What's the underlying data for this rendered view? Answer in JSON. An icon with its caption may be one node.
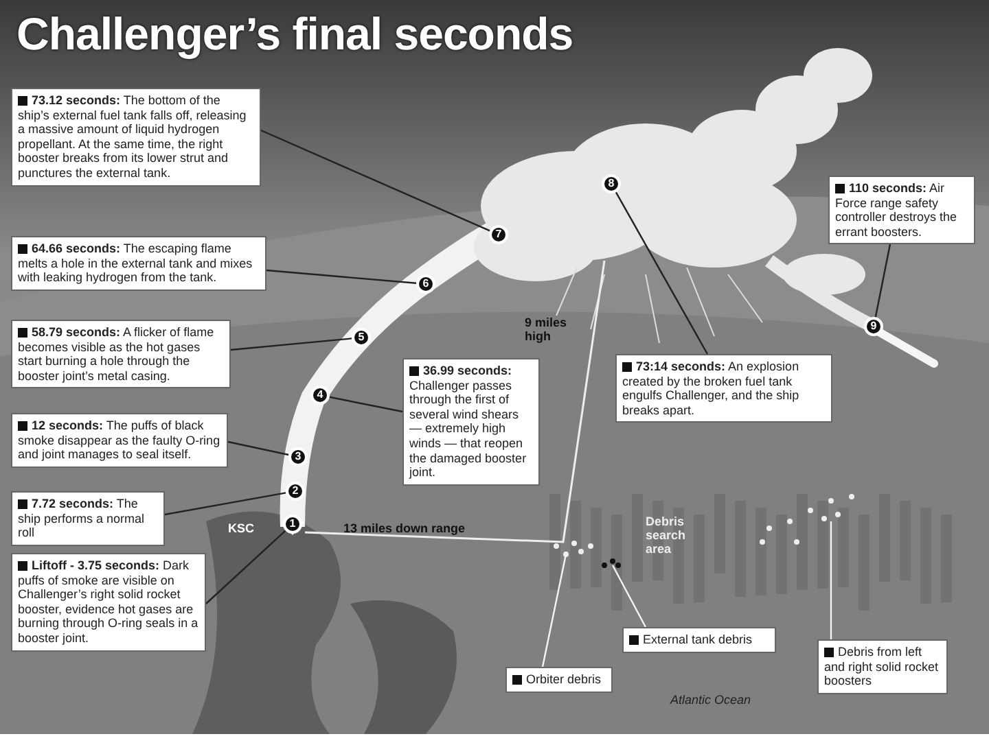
{
  "diagram": {
    "title": "Challenger’s final seconds",
    "nodes": [
      {
        "text": [
          "**73.12 seconds:** The bottom of the ship’s external fuel tank falls off, releasing a massive amount of liquid hydrogen propellant. At the same time, the right booster breaks from its lower strut and punctures the external tank."
        ]
      },
      {
        "text": [
          "**64.66 seconds:** The escaping flame melts a hole in the external tank and mixes with leaking hydrogen from the tank."
        ]
      },
      {
        "text": [
          "**58.79 seconds:** A flicker of flame becomes visible as the hot gases start burning a hole through the booster joint’s metal casing."
        ]
      },
      {
        "text": [
          "**36.99 seconds:** Challenger passes through the first of several wind shears — extremely high winds — that reopen the damaged booster joint."
        ]
      },
      {
        "text": [
          "**12 seconds:** The puffs of black smoke disappear as the faulty O-ring and joint manages to seal itself."
        ]
      },
      {
        "text": [
          "**7.72 seconds:** The ship performs a normal roll"
        ]
      },
      {
        "text": [
          "**Liftoff - 3.75 seconds:** Dark puffs of smoke are visible on Challenger’s right solid rocket booster, evidence hot gases are burning through O-ring seals in a booster joint."
        ]
      },
      {
        "text": [
          "**110 seconds:** Air Force range safety controller destroys the errant boosters."
        ]
      },
      {
        "text": [
          "**73:14 seconds:** An explosion created by the broken fuel tank engulfs Challenger, and the ship breaks apart."
        ]
      },
      {
        "text": [
          "Orbiter debris"
        ]
      },
      {
        "text": [
          "External tank debris"
        ]
      },
      {
        "text": [
          "Debris from left and right solid rocket boosters"
        ]
      },
      {
        "text": [
          "1"
        ]
      },
      {
        "text": [
          "2"
        ]
      },
      {
        "text": [
          "3"
        ]
      },
      {
        "text": [
          "4"
        ]
      },
      {
        "text": [
          "5"
        ]
      },
      {
        "text": [
          "6"
        ]
      },
      {
        "text": [
          "7"
        ]
      },
      {
        "text": [
          "8"
        ]
      },
      {
        "text": [
          "9"
        ]
      }
    ],
    "edges": [
      {
        "from": 0,
        "to": 18,
        "arrow": "none"
      },
      {
        "from": 1,
        "to": 17,
        "arrow": "none"
      },
      {
        "from": 2,
        "to": 16,
        "arrow": "none"
      },
      {
        "from": 3,
        "to": 15,
        "arrow": "none"
      },
      {
        "from": 4,
        "to": 14,
        "arrow": "none"
      },
      {
        "from": 5,
        "to": 13,
        "arrow": "none"
      },
      {
        "from": 6,
        "to": 12,
        "arrow": "none"
      },
      {
        "from": 7,
        "to": 20,
        "arrow": "none"
      },
      {
        "from": 8,
        "to": 19,
        "arrow": "none"
      },
      {
        "from": 9,
        "to": null,
        "arrow": "none",
        "color": "#f4f4f4"
      },
      {
        "from": 10,
        "to": null,
        "arrow": "none",
        "color": "#f4f4f4"
      },
      {
        "from": 11,
        "to": null,
        "arrow": "none",
        "color": "#f4f4f4"
      }
    ],
    "labels": [
      "KSC",
      "13 miles down range",
      "9 miles high",
      "Debris search area",
      "Atlantic Ocean"
    ]
  }
}
